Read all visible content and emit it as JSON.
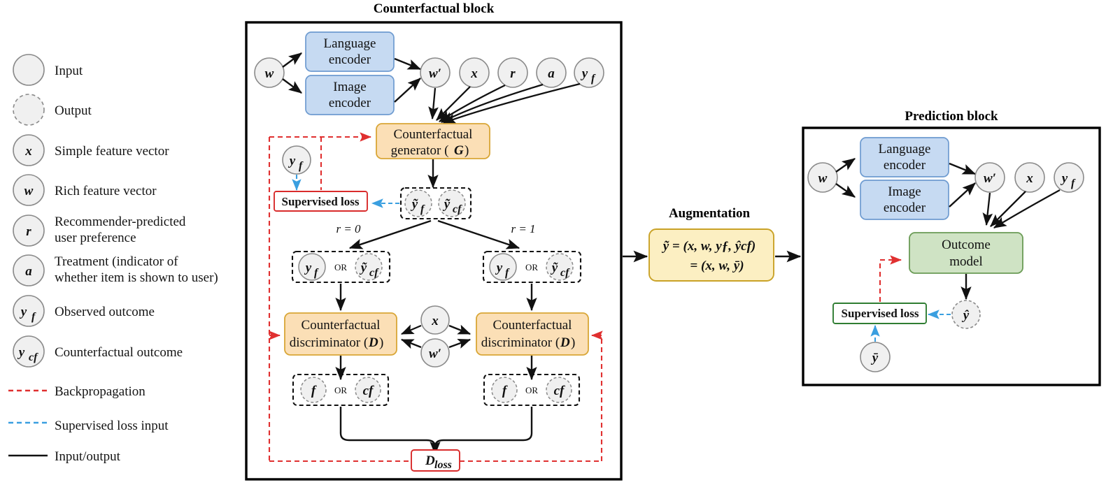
{
  "legend": {
    "items": [
      {
        "id": "input",
        "symbol": "",
        "label": "Input",
        "style": "solid-circle"
      },
      {
        "id": "output",
        "symbol": "",
        "label": "Output",
        "style": "dashed-circle"
      },
      {
        "id": "x",
        "symbol": "x",
        "label": "Simple feature vector",
        "style": "solid-circle"
      },
      {
        "id": "w",
        "symbol": "w",
        "label": "Rich feature vector",
        "style": "solid-circle"
      },
      {
        "id": "r",
        "symbol": "r",
        "label": "Recommender-predicted",
        "label2": "user preference",
        "style": "solid-circle"
      },
      {
        "id": "a",
        "symbol": "a",
        "label": "Treatment (indicator of",
        "label2": "whether item is shown to user)",
        "style": "solid-circle"
      },
      {
        "id": "yf",
        "symbol": "y",
        "sub": "f",
        "label": "Observed outcome",
        "style": "solid-circle"
      },
      {
        "id": "ycf",
        "symbol": "y",
        "sub": "cf",
        "label": "Counterfactual outcome",
        "style": "solid-circle"
      }
    ],
    "lines": [
      {
        "id": "backprop",
        "label": "Backpropagation",
        "color": "#e03030",
        "dash": "7,5"
      },
      {
        "id": "supervised-loss-input",
        "label": "Supervised loss input",
        "color": "#3a9fe0",
        "dash": "7,5"
      },
      {
        "id": "input-output",
        "label": "Input/output",
        "color": "#111111",
        "dash": "none"
      }
    ]
  },
  "counterfactual_block": {
    "title": "Counterfactual block",
    "nodes": {
      "w": "w",
      "wprime": "w′",
      "x": "x",
      "r": "r",
      "a": "a",
      "yf": "y",
      "yf_sub": "f"
    },
    "encoders": {
      "language_line1": "Language",
      "language_line2": "encoder",
      "image_line1": "Image",
      "image_line2": "encoder",
      "fill": "#c6daf2",
      "stroke": "#6e9bd0"
    },
    "generator": {
      "line1": "Counterfactual",
      "line2_plain": "generator (",
      "line2_bold": "G",
      "line2_end": ")",
      "fill": "#fbdfb6",
      "stroke": "#d9a636"
    },
    "supervised_loss": {
      "label": "Supervised loss",
      "stroke": "#d92b2b",
      "input_node": "y",
      "input_node_sub": "f"
    },
    "generator_outputs": {
      "left": "ỹ",
      "left_sub": "f",
      "right": "ỹ",
      "right_sub": "cf"
    },
    "branch_labels": {
      "left": "r = 0",
      "right": "r = 1"
    },
    "or_label": "OR",
    "discriminator_inputs": {
      "solid": "y",
      "solid_sub": "f",
      "dashed": "ỹ",
      "dashed_sub": "cf"
    },
    "discriminators": {
      "line1": "Counterfactual",
      "line2_plain": "discriminator (",
      "line2_bold": "D",
      "line2_end": ")",
      "fill": "#fbdfb6",
      "stroke": "#d9a636"
    },
    "shared_inputs": {
      "x": "x",
      "wprime": "w′"
    },
    "discriminator_outputs": {
      "f": "f",
      "cf": "cf"
    },
    "d_loss": {
      "label": "D",
      "sub": "loss",
      "stroke": "#d92b2b"
    }
  },
  "augmentation": {
    "title": "Augmentation",
    "line1": "ỹ = (x, w, yƒ, ŷcf)",
    "line2": "= (x, w, ȳ)",
    "fill": "#fcefc2",
    "stroke": "#c9a227"
  },
  "prediction_block": {
    "title": "Prediction block",
    "nodes": {
      "w": "w",
      "wprime": "w′",
      "x": "x",
      "yf": "y",
      "yf_sub": "f",
      "yhat": "ŷ",
      "ybar": "ȳ"
    },
    "encoders": {
      "language_line1": "Language",
      "language_line2": "encoder",
      "image_line1": "Image",
      "image_line2": "encoder",
      "fill": "#c6daf2",
      "stroke": "#6e9bd0"
    },
    "outcome_model": {
      "line1": "Outcome",
      "line2": "model",
      "fill": "#cfe3c4",
      "stroke": "#6a9b55"
    },
    "supervised_loss": {
      "label": "Supervised loss",
      "stroke": "#2f7d32"
    }
  },
  "colors": {
    "backprop": "#e03030",
    "supervised": "#3a9fe0",
    "flow": "#111111",
    "node_fill": "#f0f0f0",
    "node_stroke": "#8a8a8a"
  }
}
